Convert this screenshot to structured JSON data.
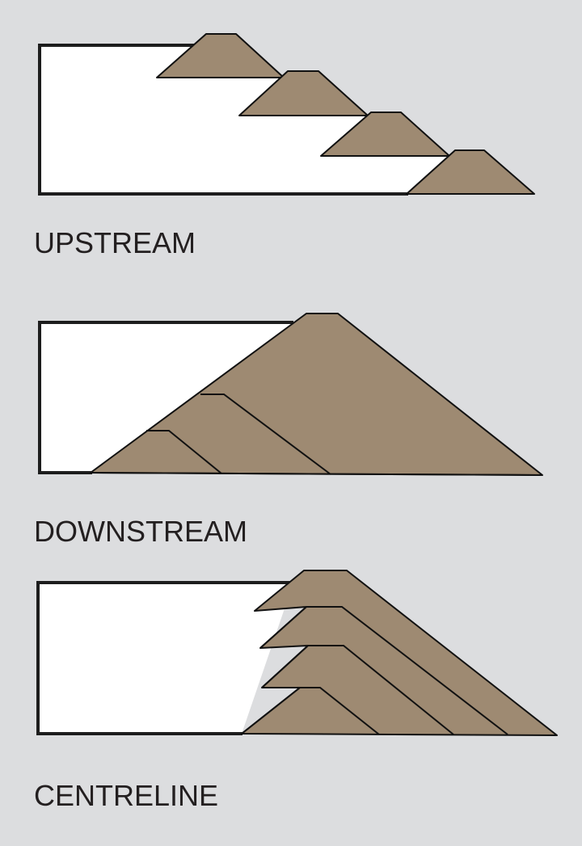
{
  "diagrams": [
    {
      "label": "UPSTREAM"
    },
    {
      "label": "DOWNSTREAM"
    },
    {
      "label": "CENTRELINE"
    }
  ],
  "colors": {
    "background": "#dcdddf",
    "embankment": "#9e8a72",
    "tailings": "#ffffff",
    "outline": "#111111"
  }
}
